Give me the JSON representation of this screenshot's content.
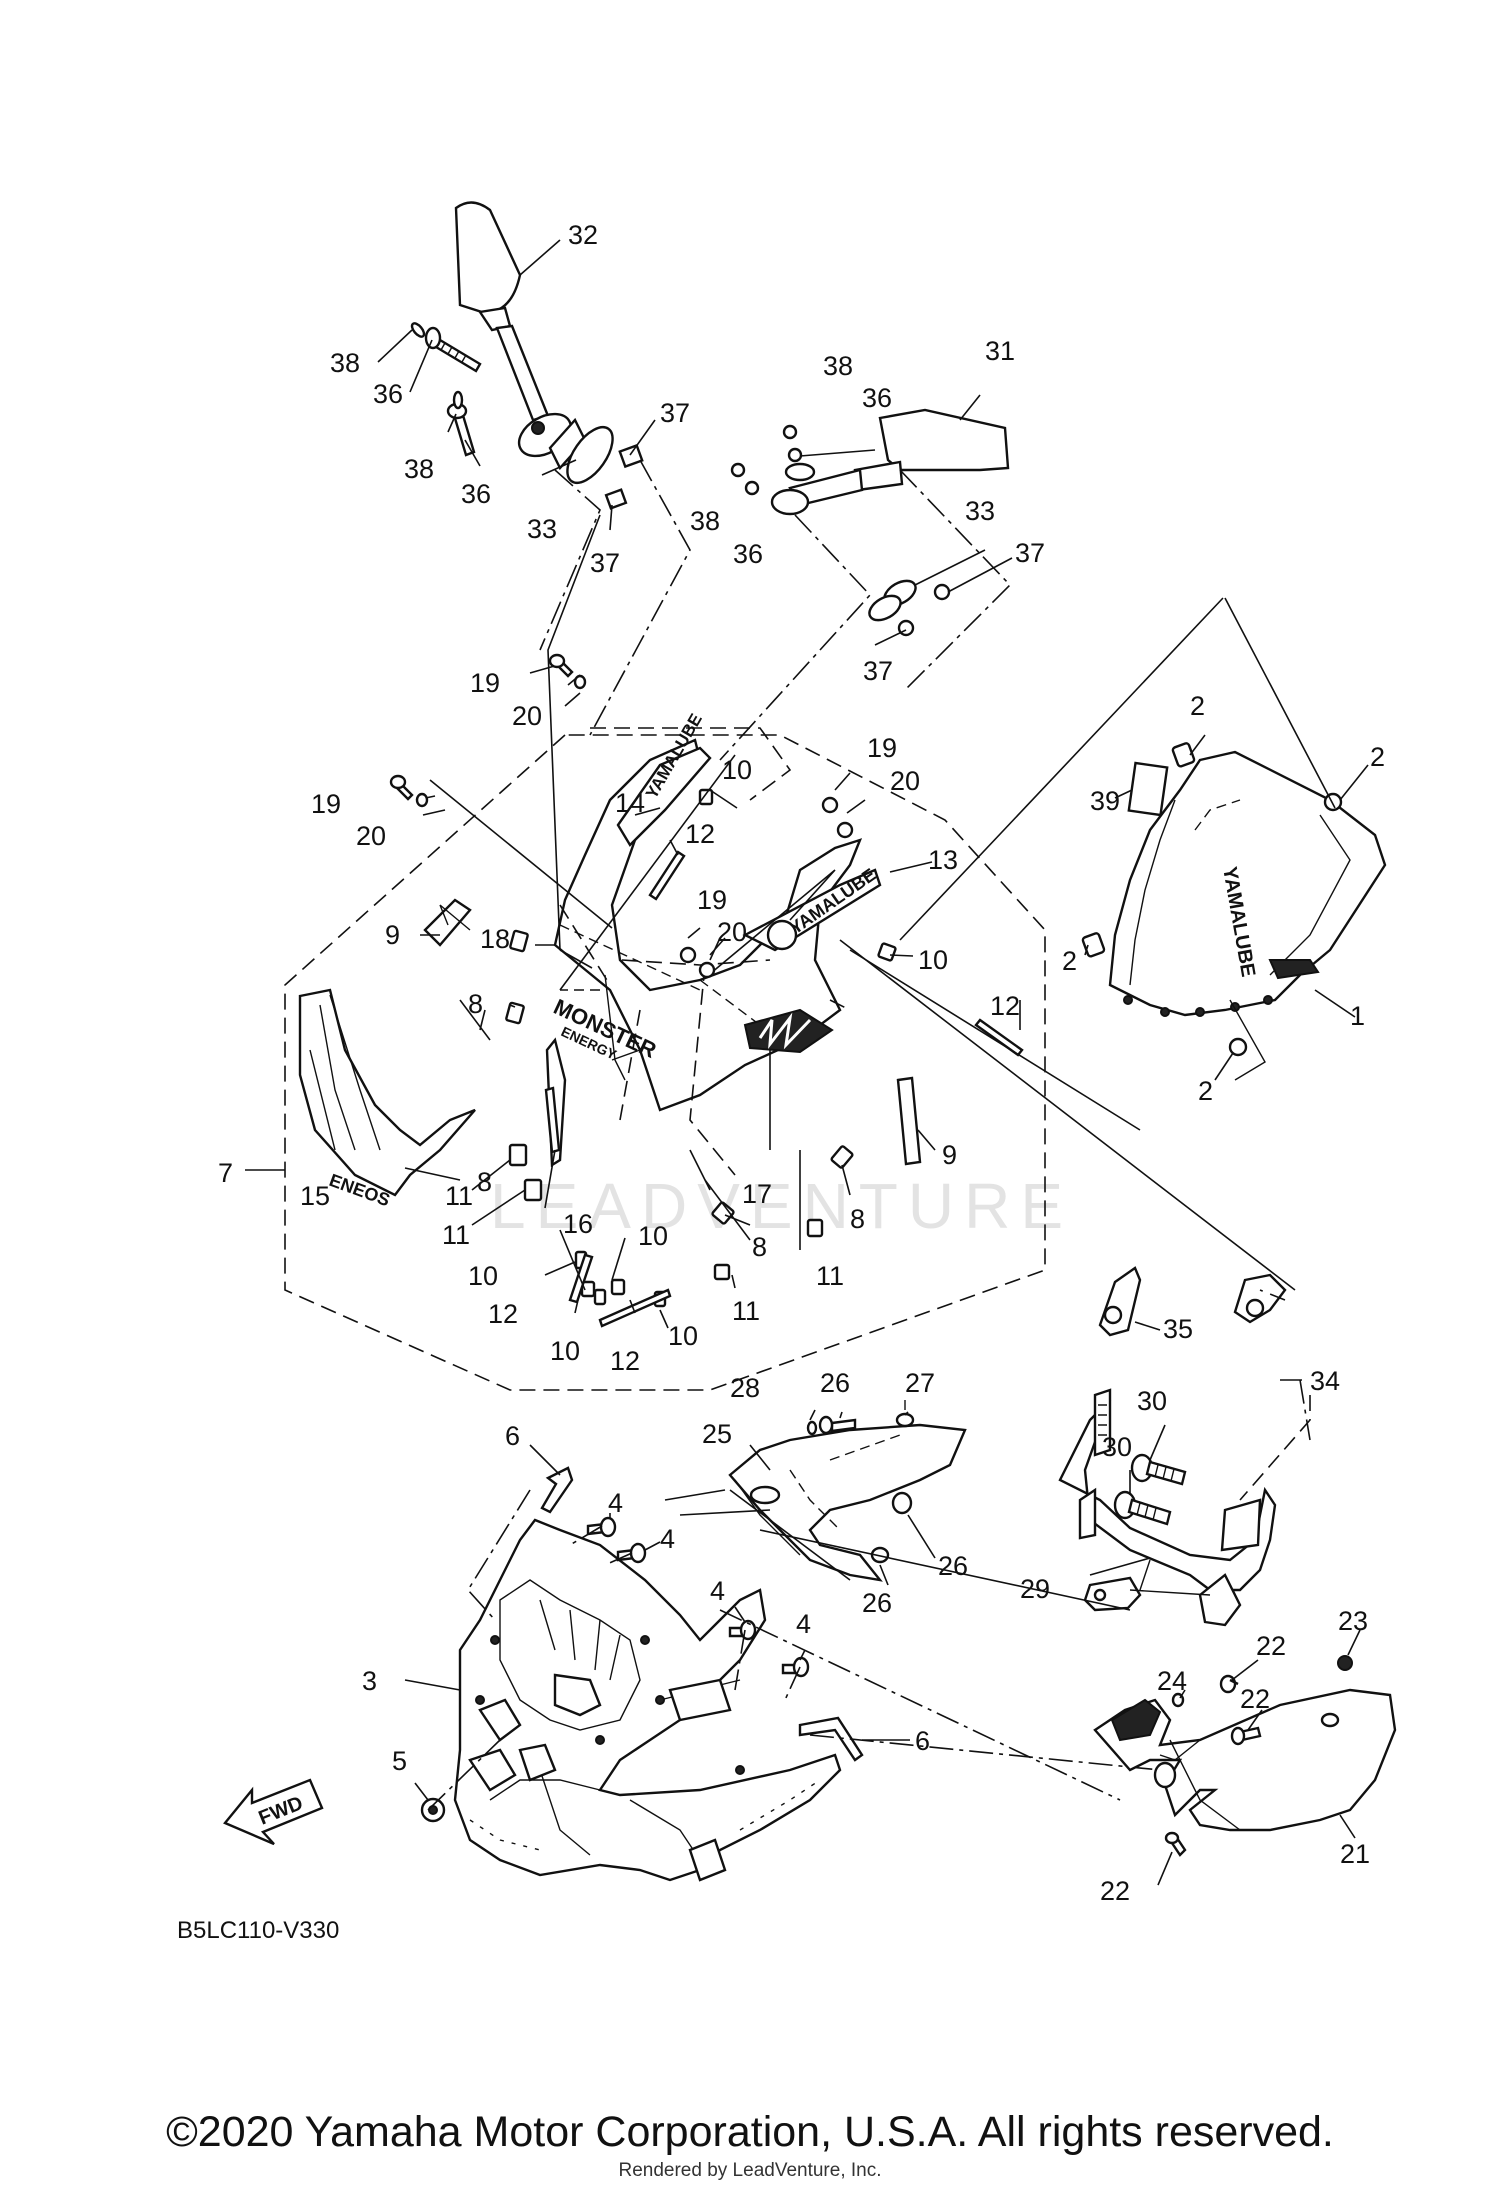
{
  "diagram": {
    "drawing_code": "B5LC110-V330",
    "watermark": "LEADVENTURE",
    "fwd_label": "FWD",
    "decals": {
      "eneos": "ENEOS",
      "monster": "MONSTER",
      "monster_sub": "ENERGY",
      "yamalube_a": "YAMALUBE",
      "yamalube_b": "YAMALUBE"
    },
    "callouts": [
      {
        "id": "c32",
        "label": "32"
      },
      {
        "id": "c38a",
        "label": "38"
      },
      {
        "id": "c36a",
        "label": "36"
      },
      {
        "id": "c38b",
        "label": "38"
      },
      {
        "id": "c36b",
        "label": "36"
      },
      {
        "id": "c37a",
        "label": "37"
      },
      {
        "id": "c33a",
        "label": "33"
      },
      {
        "id": "c37b",
        "label": "37"
      },
      {
        "id": "c31",
        "label": "31"
      },
      {
        "id": "c38c",
        "label": "38"
      },
      {
        "id": "c36c",
        "label": "36"
      },
      {
        "id": "c38d",
        "label": "38"
      },
      {
        "id": "c36d",
        "label": "36"
      },
      {
        "id": "c33b",
        "label": "33"
      },
      {
        "id": "c37c",
        "label": "37"
      },
      {
        "id": "c37d",
        "label": "37"
      },
      {
        "id": "c19a",
        "label": "19"
      },
      {
        "id": "c20a",
        "label": "20"
      },
      {
        "id": "c10a",
        "label": "10"
      },
      {
        "id": "c14",
        "label": "14"
      },
      {
        "id": "c12a",
        "label": "12"
      },
      {
        "id": "c19b",
        "label": "19"
      },
      {
        "id": "c20b",
        "label": "20"
      },
      {
        "id": "c19c",
        "label": "19"
      },
      {
        "id": "c20c",
        "label": "20"
      },
      {
        "id": "c13",
        "label": "13"
      },
      {
        "id": "c19d",
        "label": "19"
      },
      {
        "id": "c20d",
        "label": "20"
      },
      {
        "id": "c10b",
        "label": "10"
      },
      {
        "id": "c9a",
        "label": "9"
      },
      {
        "id": "c18",
        "label": "18"
      },
      {
        "id": "c8a",
        "label": "8"
      },
      {
        "id": "c12b",
        "label": "12"
      },
      {
        "id": "c7",
        "label": "7"
      },
      {
        "id": "c8b",
        "label": "8"
      },
      {
        "id": "c15",
        "label": "15"
      },
      {
        "id": "c11a",
        "label": "11"
      },
      {
        "id": "c11b",
        "label": "11"
      },
      {
        "id": "c16",
        "label": "16"
      },
      {
        "id": "c17",
        "label": "17"
      },
      {
        "id": "c9b",
        "label": "9"
      },
      {
        "id": "c8c",
        "label": "8"
      },
      {
        "id": "c8d",
        "label": "8"
      },
      {
        "id": "c11c",
        "label": "11"
      },
      {
        "id": "c10c",
        "label": "10"
      },
      {
        "id": "c10d",
        "label": "10"
      },
      {
        "id": "c12c",
        "label": "12"
      },
      {
        "id": "c11d",
        "label": "11"
      },
      {
        "id": "c10e",
        "label": "10"
      },
      {
        "id": "c12d",
        "label": "12"
      },
      {
        "id": "c10f",
        "label": "10"
      },
      {
        "id": "c2a",
        "label": "2"
      },
      {
        "id": "c2b",
        "label": "2"
      },
      {
        "id": "c39",
        "label": "39"
      },
      {
        "id": "c2c",
        "label": "2"
      },
      {
        "id": "c1",
        "label": "1"
      },
      {
        "id": "c2d",
        "label": "2"
      },
      {
        "id": "c35",
        "label": "35"
      },
      {
        "id": "c34",
        "label": "34"
      },
      {
        "id": "c28",
        "label": "28"
      },
      {
        "id": "c26a",
        "label": "26"
      },
      {
        "id": "c27",
        "label": "27"
      },
      {
        "id": "c25",
        "label": "25"
      },
      {
        "id": "c30a",
        "label": "30"
      },
      {
        "id": "c30b",
        "label": "30"
      },
      {
        "id": "c26b",
        "label": "26"
      },
      {
        "id": "c26c",
        "label": "26"
      },
      {
        "id": "c29",
        "label": "29"
      },
      {
        "id": "c6a",
        "label": "6"
      },
      {
        "id": "c4a",
        "label": "4"
      },
      {
        "id": "c4b",
        "label": "4"
      },
      {
        "id": "c4c",
        "label": "4"
      },
      {
        "id": "c4d",
        "label": "4"
      },
      {
        "id": "c3",
        "label": "3"
      },
      {
        "id": "c6b",
        "label": "6"
      },
      {
        "id": "c5",
        "label": "5"
      },
      {
        "id": "c22a",
        "label": "22"
      },
      {
        "id": "c23",
        "label": "23"
      },
      {
        "id": "c24",
        "label": "24"
      },
      {
        "id": "c22b",
        "label": "22"
      },
      {
        "id": "c21",
        "label": "21"
      },
      {
        "id": "c22c",
        "label": "22"
      }
    ]
  },
  "footer": {
    "copyright": "©2020 Yamaha Motor Corporation, U.S.A. All rights reserved.",
    "rendered_by": "Rendered by LeadVenture, Inc."
  }
}
